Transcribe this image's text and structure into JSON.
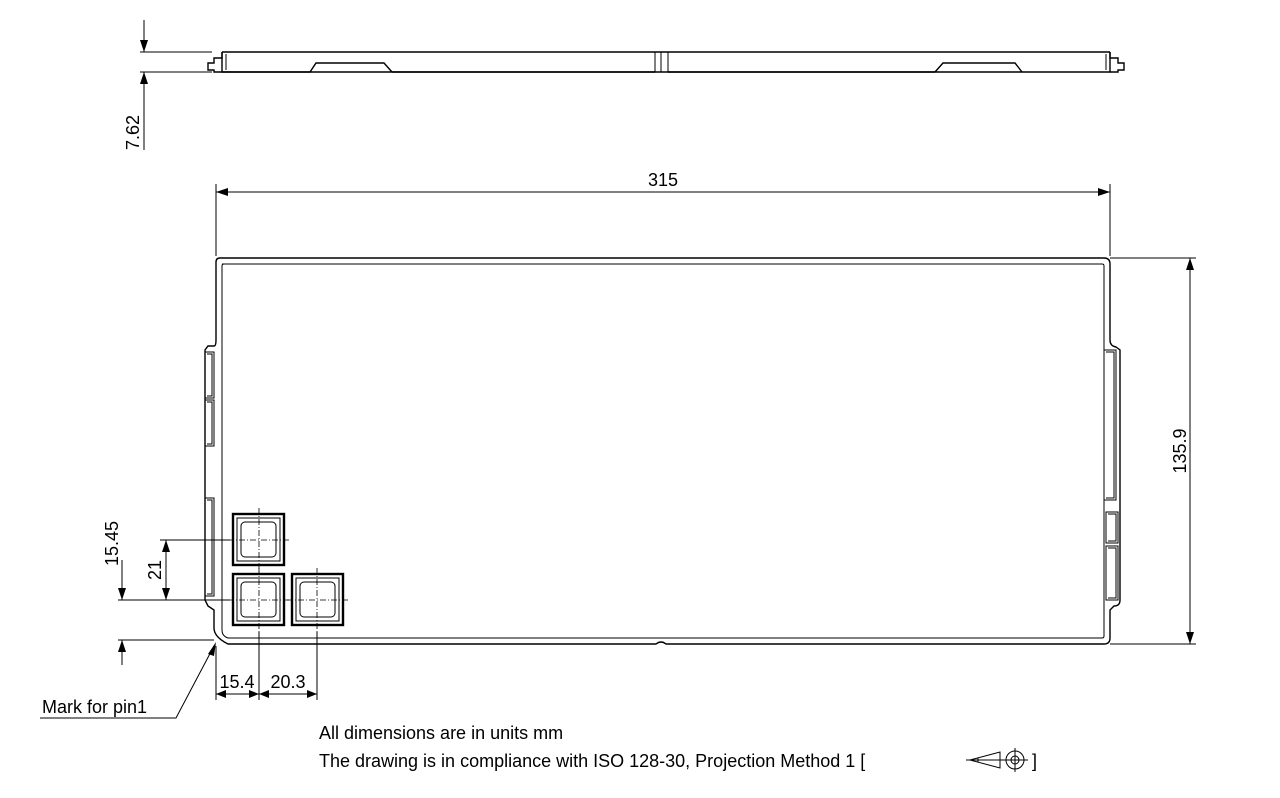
{
  "dimensions": {
    "height_side": "7.62",
    "width": "315",
    "height": "135.9",
    "pitch_y": "15.45",
    "pitch_y2": "21",
    "pitch_x": "15.4",
    "pitch_x2": "20.3"
  },
  "labels": {
    "pin1_mark": "Mark for pin1"
  },
  "notes": {
    "units": "All dimensions are in units mm",
    "compliance": "The drawing is in compliance with ISO 128-30, Projection Method 1 [",
    "compliance_end": "]"
  }
}
